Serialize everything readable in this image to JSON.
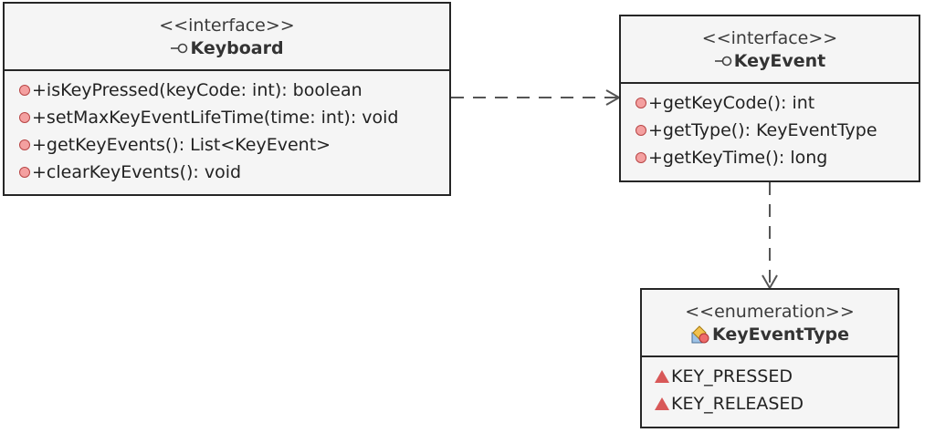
{
  "diagram": {
    "nodes": [
      {
        "id": "keyboard",
        "stereotype": "<<interface>>",
        "name": "Keyboard",
        "icon": "interface-icon",
        "members": [
          "+isKeyPressed(keyCode: int): boolean",
          "+setMaxKeyEventLifeTime(time: int): void",
          "+getKeyEvents(): List<KeyEvent>",
          "+clearKeyEvents(): void"
        ]
      },
      {
        "id": "keyevent",
        "stereotype": "<<interface>>",
        "name": "KeyEvent",
        "icon": "interface-icon",
        "members": [
          "+getKeyCode(): int",
          "+getType(): KeyEventType",
          "+getKeyTime(): long"
        ]
      },
      {
        "id": "keyeventtype",
        "stereotype": "<<enumeration>>",
        "name": "KeyEventType",
        "icon": "enumeration-icon",
        "members": [
          "KEY_PRESSED",
          "KEY_RELEASED"
        ]
      }
    ],
    "edges": [
      {
        "from": "keyboard",
        "to": "keyevent",
        "style": "dashed-dependency"
      },
      {
        "from": "keyevent",
        "to": "keyeventtype",
        "style": "dashed-dependency"
      }
    ],
    "colors": {
      "box_fill": "#f5f5f5",
      "border": "#262626",
      "method_dot": "#f4a0a0",
      "enum_marker": "#d85858",
      "edge": "#555555"
    }
  }
}
